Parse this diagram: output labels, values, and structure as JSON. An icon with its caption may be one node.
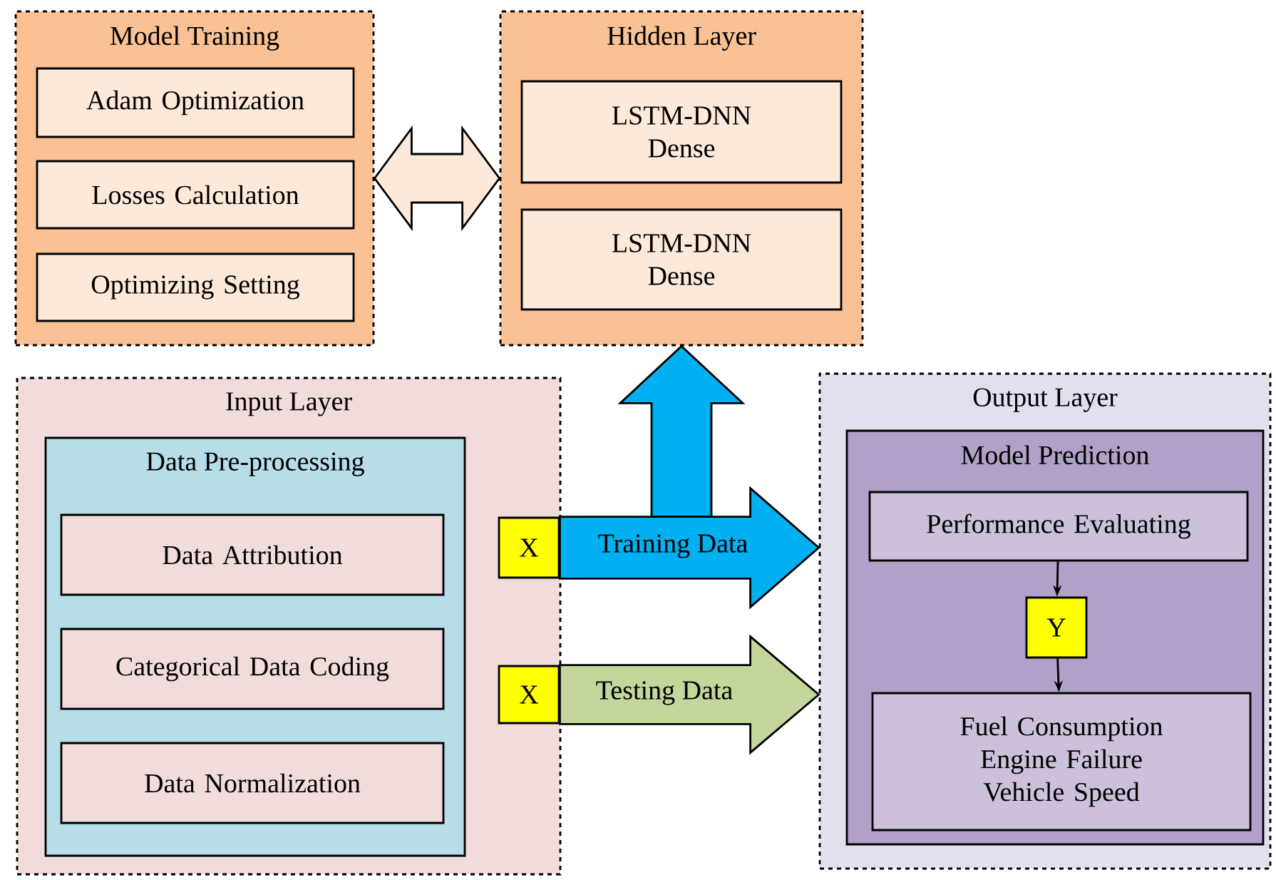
{
  "diagram": {
    "nodes": [
      {
        "text": [
          "Model Training"
        ]
      },
      {
        "text": [
          "Adam Optimization"
        ],
        "in": 0
      },
      {
        "text": [
          "Losses Calculation"
        ],
        "in": 0
      },
      {
        "text": [
          "Optimizing Setting"
        ],
        "in": 0
      },
      {
        "text": [
          "Hidden Layer"
        ]
      },
      {
        "text": [
          "LSTM-DNN Dense"
        ],
        "in": 4
      },
      {
        "text": [
          "LSTM-DNN Dense"
        ],
        "in": 4
      },
      {
        "text": [
          "Input Layer"
        ]
      },
      {
        "text": [
          "Data Pre-processing"
        ],
        "in": 7
      },
      {
        "text": [
          "Data Attribution"
        ],
        "in": 8
      },
      {
        "text": [
          "Categorical Data Coding"
        ],
        "in": 8
      },
      {
        "text": [
          "Data Normalization"
        ],
        "in": 8
      },
      {
        "text": [
          "X"
        ],
        "in": 7
      },
      {
        "text": [
          "X"
        ],
        "in": 7
      },
      {
        "text": [
          "Output Layer"
        ]
      },
      {
        "text": [
          "Model Prediction"
        ],
        "in": 14
      },
      {
        "text": [
          "Performance Evaluating"
        ],
        "in": 15
      },
      {
        "text": [
          "Y"
        ],
        "in": 15
      },
      {
        "text": [
          "Fuel Consumption Engine Failure Vehicle Speed"
        ],
        "in": 15
      }
    ],
    "edges": [
      {
        "from": 0,
        "to": 4,
        "arrow": "both",
        "color": "#fde9d9"
      },
      {
        "from": 12,
        "to": 4,
        "arrow": "to",
        "color": "#00b0f0"
      },
      {
        "from": 12,
        "to": 14,
        "arrow": "to",
        "label": "Training Data",
        "color": "#00b0f0"
      },
      {
        "from": 13,
        "to": 14,
        "arrow": "to",
        "label": "Testing Data",
        "color": "#c3d69b"
      },
      {
        "from": 16,
        "to": 17,
        "arrow": "to"
      },
      {
        "from": 17,
        "to": 18,
        "arrow": "to"
      }
    ]
  }
}
